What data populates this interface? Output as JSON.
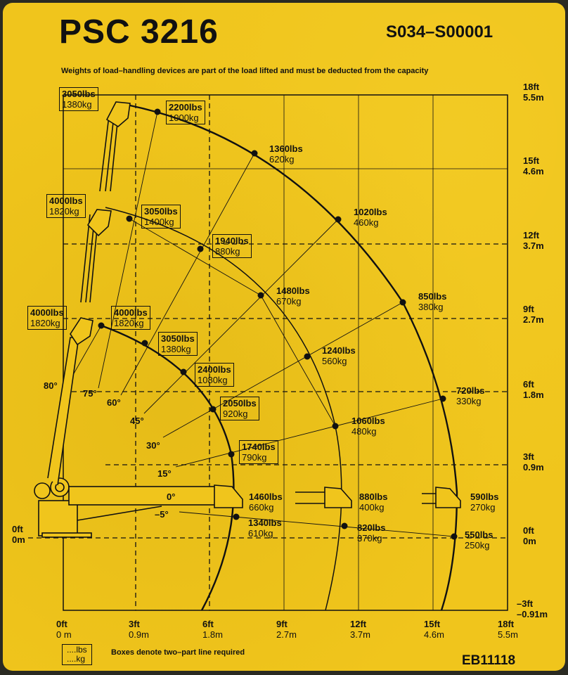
{
  "header": {
    "title": "PSC 3216",
    "serial": "S034–S00001",
    "subtitle": "Weights of load–handling devices are part of the load lifted and must be deducted from the capacity"
  },
  "axes": {
    "right": [
      {
        "ft": "18ft",
        "m": "5.5m"
      },
      {
        "ft": "15ft",
        "m": "4.6m"
      },
      {
        "ft": "12ft",
        "m": "3.7m"
      },
      {
        "ft": "9ft",
        "m": "2.7m"
      },
      {
        "ft": "6ft",
        "m": "1.8m"
      },
      {
        "ft": "3ft",
        "m": "0.9m"
      },
      {
        "ft": "0ft",
        "m": "0m"
      },
      {
        "ft": "–3ft",
        "m": "–0.91m"
      }
    ],
    "left": {
      "ft": "0ft",
      "m": "0m"
    },
    "bottom": [
      {
        "ft": "0ft",
        "m": "0 m"
      },
      {
        "ft": "3ft",
        "m": "0.9m"
      },
      {
        "ft": "6ft",
        "m": "1.8m"
      },
      {
        "ft": "9ft",
        "m": "2.7m"
      },
      {
        "ft": "12ft",
        "m": "3.7m"
      },
      {
        "ft": "15ft",
        "m": "4.6m"
      },
      {
        "ft": "18ft",
        "m": "5.5m"
      }
    ]
  },
  "angles": [
    "80°",
    "75°",
    "60°",
    "45°",
    "30°",
    "15°",
    "0°",
    "–5°"
  ],
  "loads": [
    {
      "lbs": "3050lbs",
      "kg": "1380kg",
      "boxed": true
    },
    {
      "lbs": "2200lbs",
      "kg": "1000kg",
      "boxed": true
    },
    {
      "lbs": "1360lbs",
      "kg": "620kg",
      "boxed": false
    },
    {
      "lbs": "1020lbs",
      "kg": "460kg",
      "boxed": false
    },
    {
      "lbs": "850lbs",
      "kg": "380kg",
      "boxed": false
    },
    {
      "lbs": "720lbs",
      "kg": "330kg",
      "boxed": false
    },
    {
      "lbs": "590lbs",
      "kg": "270kg",
      "boxed": false
    },
    {
      "lbs": "550lbs",
      "kg": "250kg",
      "boxed": false
    },
    {
      "lbs": "4000lbs",
      "kg": "1820kg",
      "boxed": true
    },
    {
      "lbs": "3050lbs",
      "kg": "1400kg",
      "boxed": true
    },
    {
      "lbs": "1940lbs",
      "kg": "880kg",
      "boxed": true
    },
    {
      "lbs": "1480lbs",
      "kg": "670kg",
      "boxed": false
    },
    {
      "lbs": "1240lbs",
      "kg": "560kg",
      "boxed": false
    },
    {
      "lbs": "1060lbs",
      "kg": "480kg",
      "boxed": false
    },
    {
      "lbs": "880lbs",
      "kg": "400kg",
      "boxed": false
    },
    {
      "lbs": "820lbs",
      "kg": "370kg",
      "boxed": false
    },
    {
      "lbs": "4000lbs",
      "kg": "1820kg",
      "boxed": true
    },
    {
      "lbs": "4000lbs",
      "kg": "1820kg",
      "boxed": true
    },
    {
      "lbs": "3050lbs",
      "kg": "1380kg",
      "boxed": true
    },
    {
      "lbs": "2400lbs",
      "kg": "1080kg",
      "boxed": true
    },
    {
      "lbs": "2050lbs",
      "kg": "920kg",
      "boxed": true
    },
    {
      "lbs": "1740lbs",
      "kg": "790kg",
      "boxed": true
    },
    {
      "lbs": "1460lbs",
      "kg": "660kg",
      "boxed": false
    },
    {
      "lbs": "1340lbs",
      "kg": "610kg",
      "boxed": false
    }
  ],
  "legend": {
    "lbs": "....lbs",
    "kg": "....kg",
    "text": "Boxes denote two–part line required"
  },
  "code": "EB11118"
}
